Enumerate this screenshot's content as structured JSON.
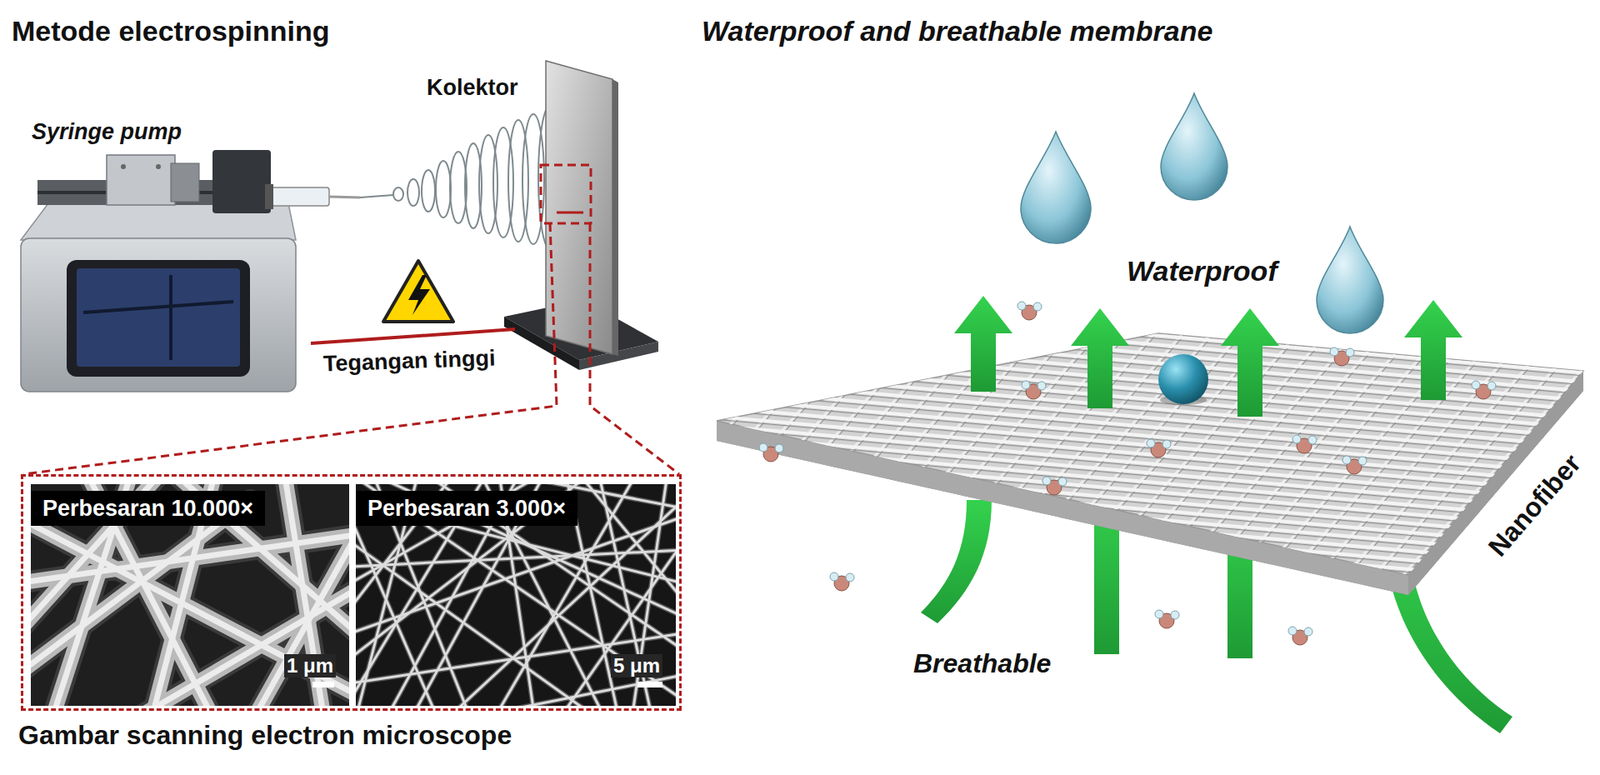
{
  "diagram": {
    "nodes": [
      {
        "text": [
          "Gambar scanning electron microscope"
        ]
      },
      {
        "text": [
          "Perbesaran 10.000×",
          "1 μm"
        ],
        "in": 0
      },
      {
        "text": [
          "Perbesaran 3.000×",
          "5 μm"
        ],
        "in": 0
      }
    ],
    "labels": [
      "Metode electrospinning",
      "Syringe pump",
      "Kolektor",
      "Tegangan tinggi",
      "Waterproof and breathable membrane",
      "Waterproof",
      "Breathable",
      "Nanofiber"
    ]
  }
}
